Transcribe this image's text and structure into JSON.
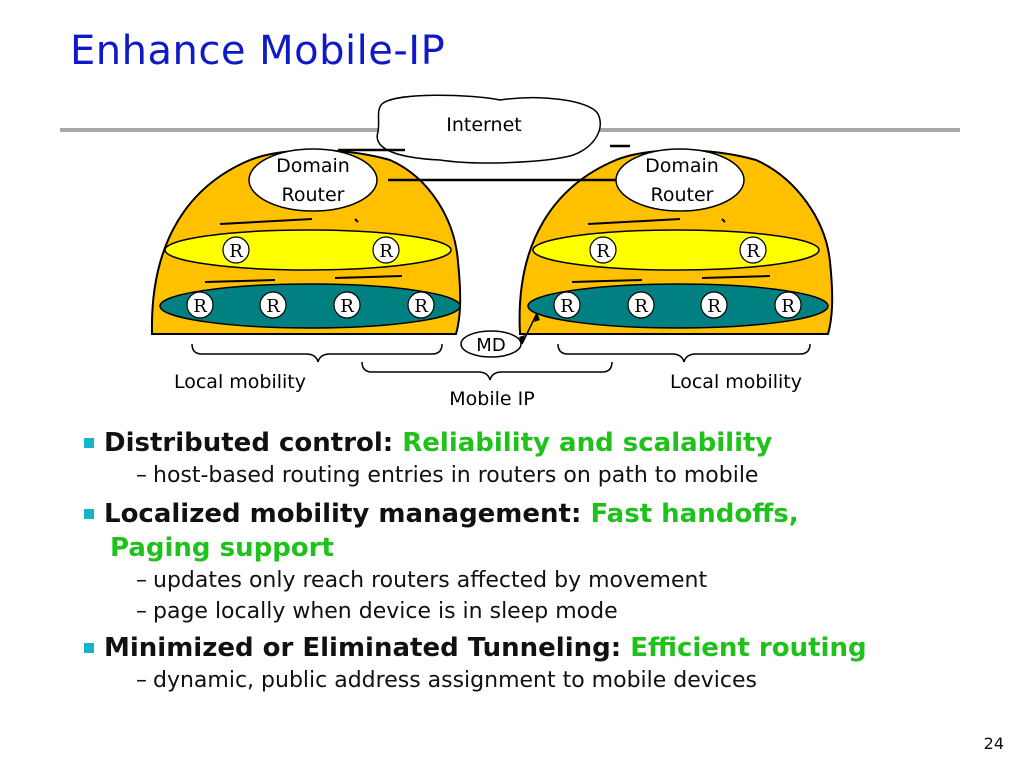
{
  "slide": {
    "title": "Enhance Mobile-IP",
    "page_number": "24"
  },
  "diagram": {
    "internet_label": "Internet",
    "domain_router_label": [
      "Domain",
      "Router"
    ],
    "router_label": "R",
    "mobile_device_label": "MD",
    "local_mobility_label": "Local mobility",
    "mobile_ip_label": "Mobile IP"
  },
  "bullets": {
    "b1_label": "Distributed control:",
    "b1_highlight": "Reliability and scalability",
    "b1_sub1": "host-based routing entries in routers on path to mobile",
    "b2_label": "Localized mobility management:",
    "b2_highlight": "Fast handoffs,",
    "b2_highlight_cont": "Paging support",
    "b2_sub1": "updates only reach routers affected by movement",
    "b2_sub2": "page locally when device is in sleep mode",
    "b3_label": "Minimized or Eliminated Tunneling:",
    "b3_highlight": "Efficient routing",
    "b3_sub1": "dynamic, public address assignment to mobile devices",
    "dash": "–"
  },
  "colors": {
    "title": "#0f19c9",
    "domain_fill": "#ffc000",
    "upper_tier": "#ffff00",
    "lower_tier": "#008080",
    "highlight_green": "#1ec21a",
    "bullet": "#16b4c8"
  }
}
